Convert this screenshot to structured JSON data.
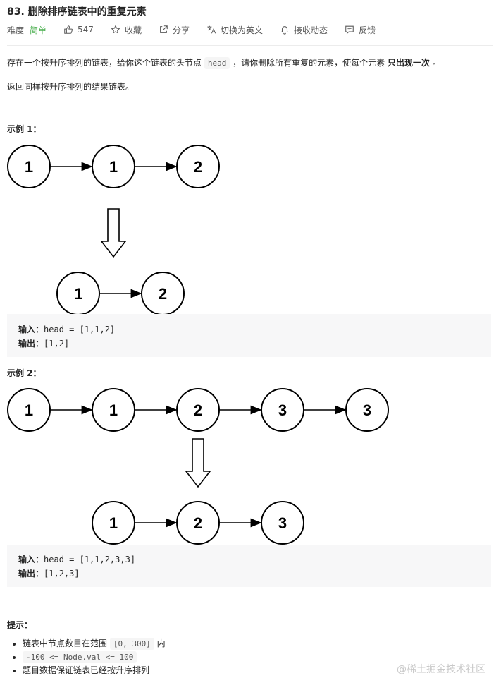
{
  "title": "83. 删除排序链表中的重复元素",
  "meta": {
    "difficulty_label": "难度",
    "difficulty_value": "简单",
    "likes": "547",
    "favorite": "收藏",
    "share": "分享",
    "translate": "切换为英文",
    "notify": "接收动态",
    "feedback": "反馈",
    "accent": "#4CAF50"
  },
  "description": {
    "p1_before": "存在一个按升序排列的链表，给你这个链表的头节点 ",
    "p1_code": "head",
    "p1_mid": " ，请你删除所有重复的元素，使每个元素 ",
    "p1_bold": "只出现一次",
    "p1_after": " 。",
    "p2": "返回同样按升序排列的结果链表。"
  },
  "example1": {
    "label": "示例 1：",
    "input_list": [
      "1",
      "1",
      "2"
    ],
    "output_list": [
      "1",
      "2"
    ],
    "input_key": "输入：",
    "input_value": "head = [1,1,2]",
    "output_key": "输出：",
    "output_value": "[1,2]"
  },
  "example2": {
    "label": "示例 2：",
    "input_list": [
      "1",
      "1",
      "2",
      "3",
      "3"
    ],
    "output_list": [
      "1",
      "2",
      "3"
    ],
    "input_key": "输入：",
    "input_value": "head = [1,1,2,3,3]",
    "output_key": "输出：",
    "output_value": "[1,2,3]"
  },
  "hints": {
    "label": "提示：",
    "h1_before": "链表中节点数目在范围 ",
    "h1_code": "[0, 300]",
    "h1_after": " 内",
    "h2_code": "-100 <= Node.val <= 100",
    "h3": "题目数据保证链表已经按升序排列"
  },
  "watermark": "@稀土掘金技术社区"
}
